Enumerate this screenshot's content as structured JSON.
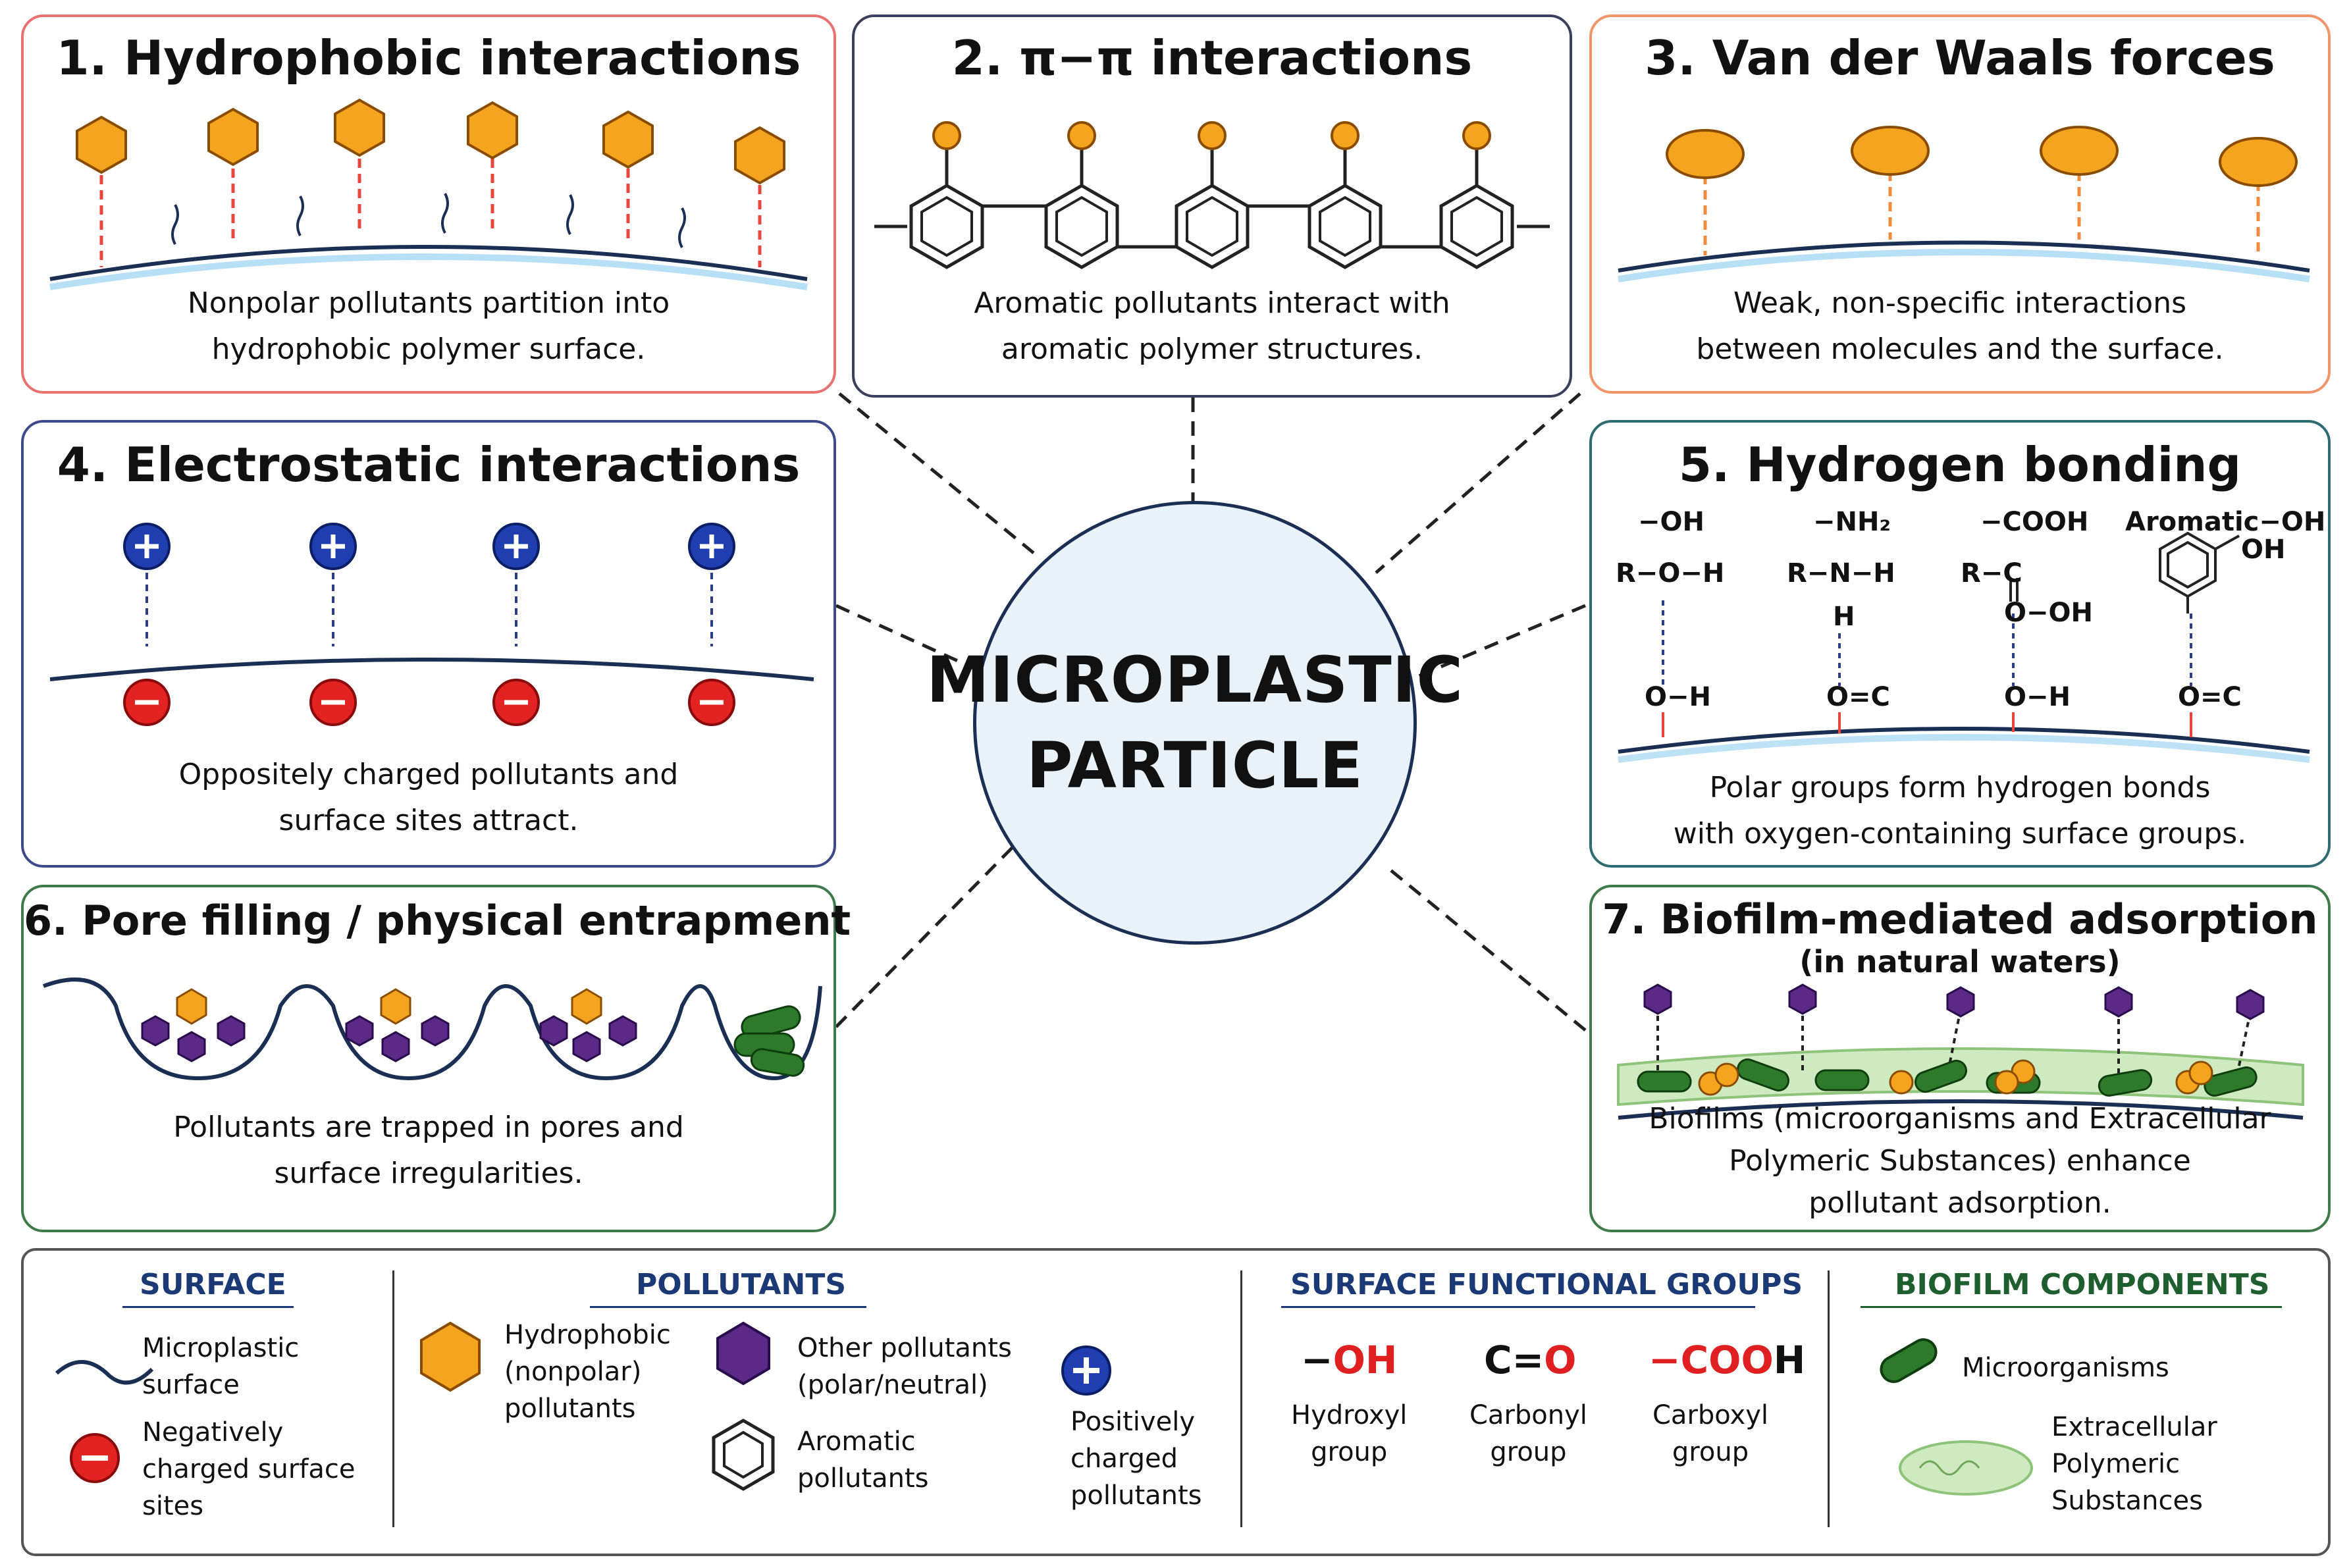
{
  "center": {
    "line1": "MICROPLASTIC",
    "line2": "PARTICLE"
  },
  "panels": [
    {
      "title": "1. Hydrophobic interactions",
      "desc": [
        "Nonpolar pollutants partition into",
        "hydrophobic polymer surface."
      ],
      "border": "#e8726f"
    },
    {
      "title": "2. π−π interactions",
      "desc": [
        "Aromatic pollutants interact with",
        "aromatic polymer structures."
      ],
      "border": "#3a3f5c"
    },
    {
      "title": "3. Van der Waals forces",
      "desc": [
        "Weak, non-specific interactions",
        "between molecules and the surface."
      ],
      "border": "#f0956a"
    },
    {
      "title": "4. Electrostatic interactions",
      "desc": [
        "Oppositely charged pollutants and",
        "surface sites attract."
      ],
      "border": "#3d4a8a"
    },
    {
      "title": "5. Hydrogen bonding",
      "desc": [
        "Polar groups form hydrogen bonds",
        "with oxygen-containing surface groups."
      ],
      "border": "#2f6b73",
      "groups": [
        "−OH",
        "−NH₂",
        "−COOH",
        "Aromatic−OH"
      ],
      "formulas": {
        "roh": "R−O−H",
        "oh_surface_1": "O−H",
        "rnh": "R−N−H",
        "h": "H",
        "oc_1": "O=C",
        "rc": "R−C",
        "ooh": "O−OH",
        "oh_surface_2": "O−H",
        "oh_aromatic": "OH",
        "oc_2": "O=C"
      }
    },
    {
      "title": "6. Pore filling / physical entrapment",
      "desc": [
        "Pollutants are trapped in pores and",
        "surface irregularities."
      ],
      "border": "#3f7a4a"
    },
    {
      "title": "7. Biofilm-mediated adsorption",
      "subtitle": "(in natural waters)",
      "desc": [
        "Biofilms (microorganisms and Extracellular",
        "Polymeric Substances) enhance",
        "pollutant adsorption."
      ],
      "border": "#3f7a4a"
    }
  ],
  "legend": {
    "surface": {
      "header": "SURFACE",
      "items": [
        [
          "Microplastic",
          "surface"
        ],
        [
          "Negatively",
          "charged surface",
          "sites"
        ]
      ]
    },
    "pollutants": {
      "header": "POLLUTANTS",
      "items": [
        [
          "Hydrophobic",
          "(nonpolar)",
          "pollutants"
        ],
        [
          "Other pollutants",
          "(polar/neutral)"
        ],
        [
          "Aromatic",
          "pollutants"
        ],
        [
          "Positively",
          "charged",
          "pollutants"
        ]
      ]
    },
    "functional_groups": {
      "header": "SURFACE FUNCTIONAL GROUPS",
      "items": [
        {
          "pre": "−",
          "red": "OH",
          "post": "",
          "name": [
            "Hydroxyl",
            "group"
          ]
        },
        {
          "pre": "C=",
          "red": "O",
          "post": "",
          "name": [
            "Carbonyl",
            "group"
          ]
        },
        {
          "pre": "−",
          "red": "COO",
          "post": "H",
          "name": [
            "Carboxyl",
            "group"
          ]
        }
      ]
    },
    "biofilm": {
      "header": "BIOFILM COMPONENTS",
      "items": [
        [
          "Microorganisms"
        ],
        [
          "Extracellular",
          "Polymeric",
          "Substances"
        ]
      ]
    }
  },
  "colors": {
    "hydrophobic_pollutant": "#f5a51d",
    "other_pollutant": "#5a2a86",
    "positive_charge": "#1f3fb0",
    "negative_charge": "#e32222",
    "surface_line": "#1b2f55",
    "microorganism": "#2d7a2a",
    "eps": "#cfe9c0",
    "bond_red": "#e8453c",
    "bond_blue": "#2a3e8c"
  },
  "icons": [
    "hexagon-pollutant-icon",
    "benzene-ring-icon",
    "plus-charge-icon",
    "minus-charge-icon",
    "microorganism-icon",
    "eps-icon"
  ]
}
